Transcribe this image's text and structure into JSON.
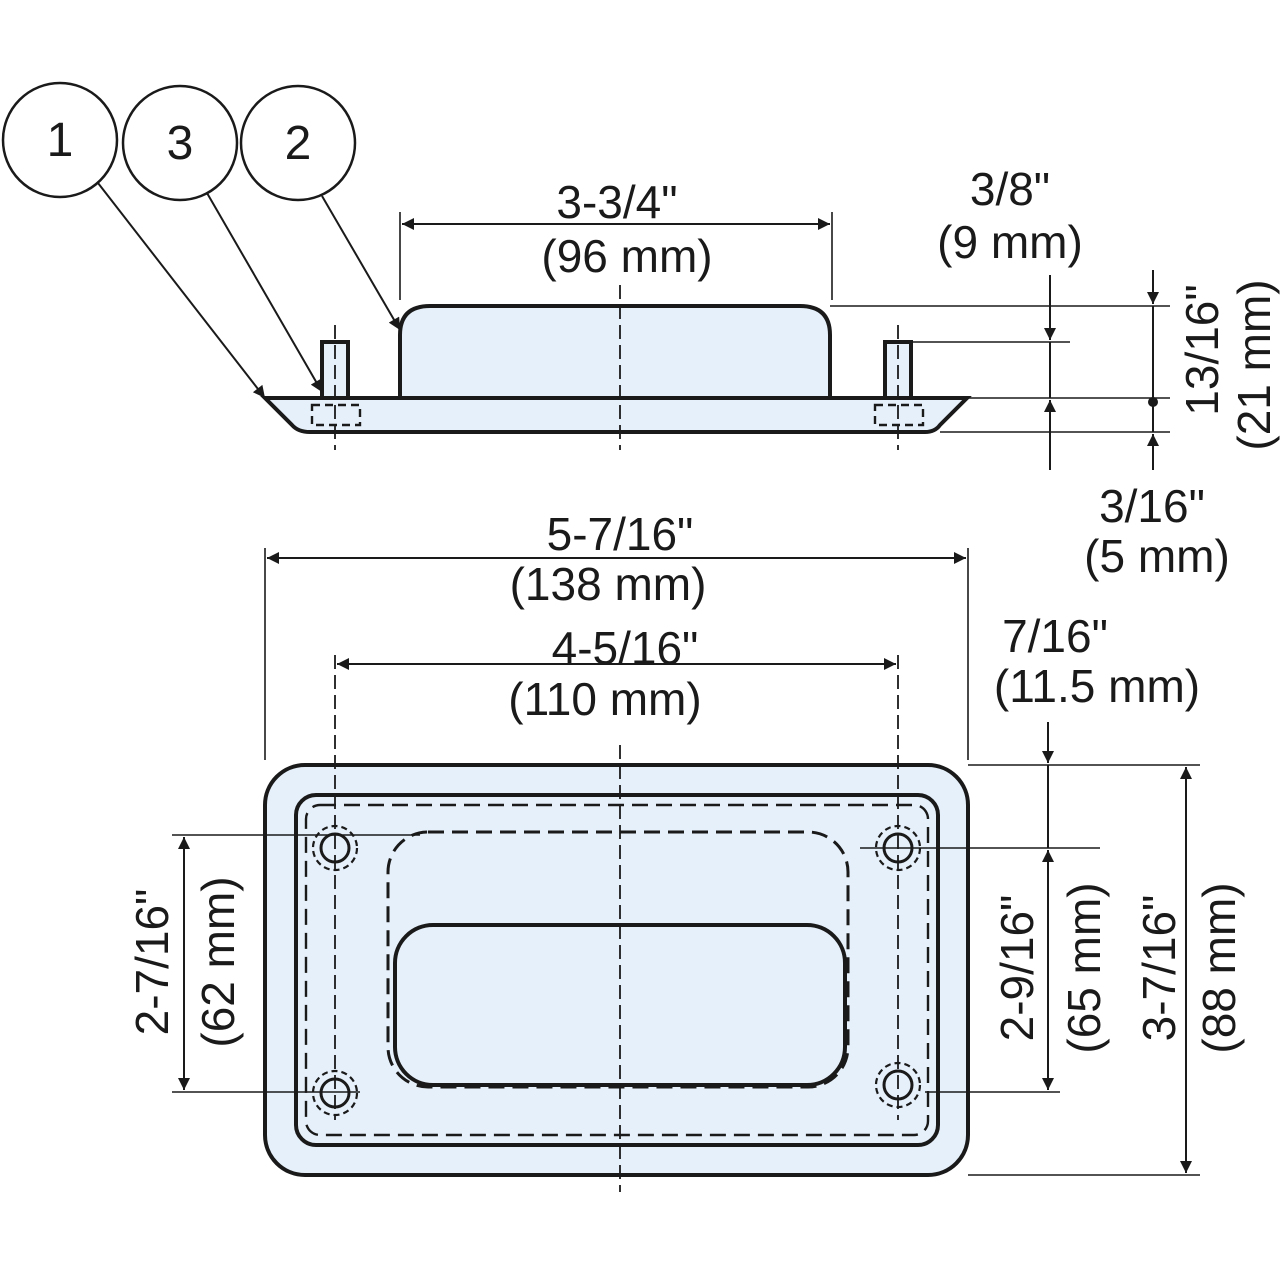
{
  "balloons": [
    {
      "label": "1"
    },
    {
      "label": "3"
    },
    {
      "label": "2"
    }
  ],
  "dimensions": {
    "top_width_in": "3-3/4\"",
    "top_width_mm": "(96 mm)",
    "depth_in": "3/8\"",
    "depth_mm": "(9 mm)",
    "total_height_in": "13/16\"",
    "total_height_mm": "(21 mm)",
    "flange_in": "3/16\"",
    "flange_mm": "(5 mm)",
    "overall_width_in": "5-7/16\"",
    "overall_width_mm": "(138 mm)",
    "hole_spacing_in": "4-5/16\"",
    "hole_spacing_mm": "(110 mm)",
    "edge_offset_in": "7/16\"",
    "edge_offset_mm": "(11.5 mm)",
    "left_height_in": "2-7/16\"",
    "left_height_mm": "(62 mm)",
    "inner_height_in": "2-9/16\"",
    "inner_height_mm": "(65 mm)",
    "overall_height_in": "3-7/16\"",
    "overall_height_mm": "(88 mm)"
  },
  "colors": {
    "part_fill": "#e6f0fa",
    "line": "#1a1a1a"
  }
}
